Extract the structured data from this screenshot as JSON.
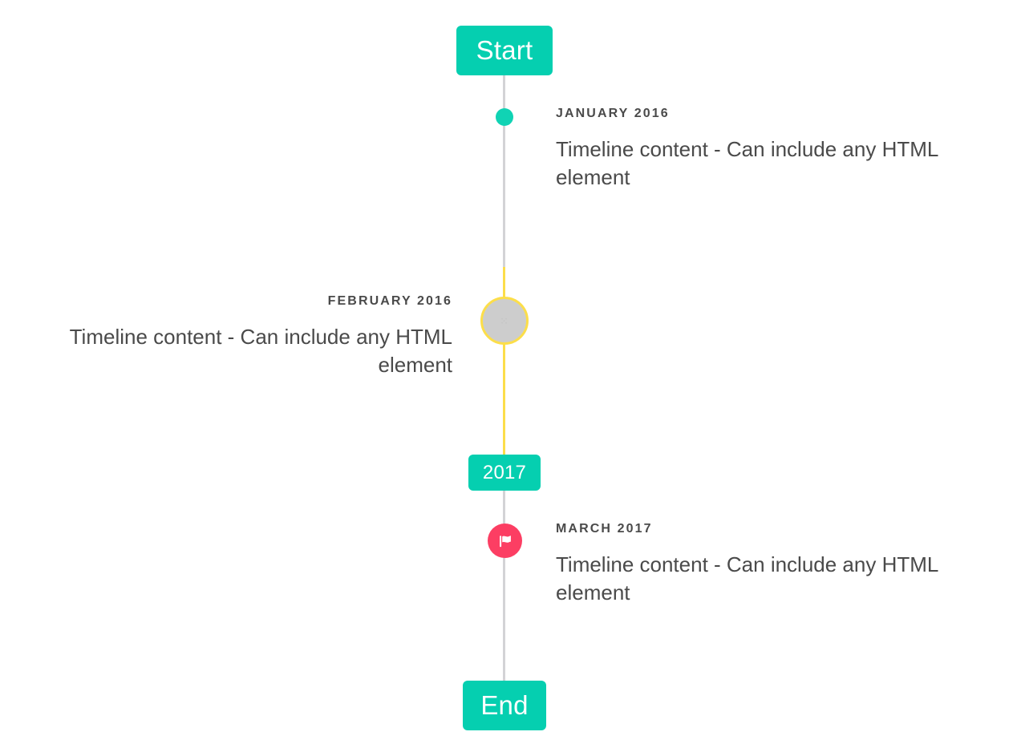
{
  "theme": {
    "accent_teal": "#05cfb0",
    "marker_teal": "#10d3b4",
    "accent_yellow": "#fcde4a",
    "accent_pink": "#fc3e63",
    "rail_gray": "#d3d3d6",
    "node_gray": "#cdcdcd",
    "text_gray": "#4a4a4a",
    "background": "#ffffff"
  },
  "badges": {
    "start": "Start",
    "middle": "2017",
    "end": "End"
  },
  "events": [
    {
      "date": "JANUARY 2016",
      "body": "Timeline content - Can include any HTML element",
      "side": "right",
      "marker": "dot-icon"
    },
    {
      "date": "FEBRUARY 2016",
      "body": "Timeline content - Can include any HTML element",
      "side": "left",
      "marker": "placeholder-glyph-icon",
      "glyph": "⁙"
    },
    {
      "date": "MARCH 2017",
      "body": "Timeline content - Can include any HTML element",
      "side": "right",
      "marker": "flag-icon"
    }
  ]
}
